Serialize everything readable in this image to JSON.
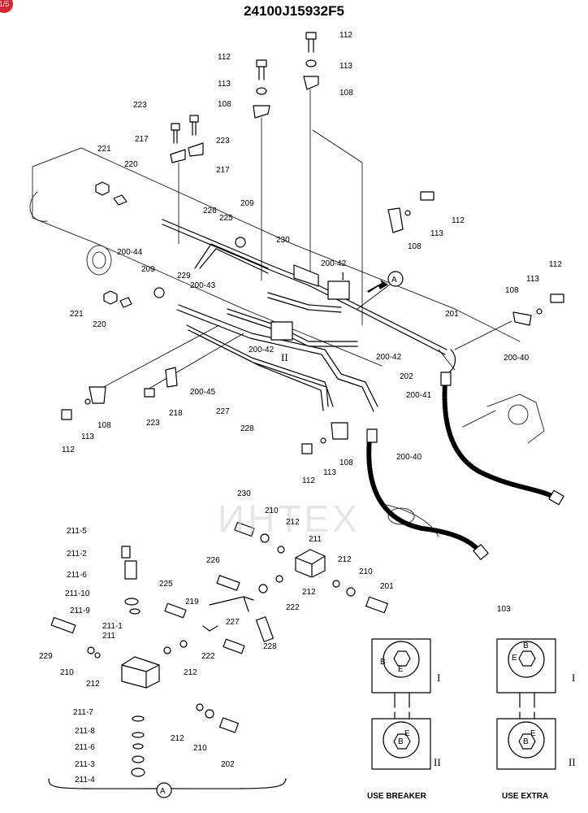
{
  "title": "24100J15932F5",
  "corner_badge": "1/5",
  "watermark": "ИНТЕХ",
  "labels": {
    "112": "112",
    "113": "113",
    "108": "108",
    "223": "223",
    "217": "217",
    "221": "221",
    "220": "220",
    "209": "209",
    "226": "226",
    "225": "225",
    "230": "230",
    "200_42": "200-42",
    "200_44": "200-44",
    "200_43": "200-43",
    "229": "229",
    "201": "201",
    "200_40": "200-40",
    "200_41": "200-41",
    "202": "202",
    "200_45": "200-45",
    "218": "218",
    "227": "227",
    "228": "228",
    "210": "210",
    "212": "212",
    "211": "211",
    "211_5": "211-5",
    "211_2": "211-2",
    "211_6": "211-6",
    "211_10": "211-10",
    "211_9": "211-9",
    "211_1": "211-1",
    "211_7": "211-7",
    "211_8": "211-8",
    "211_3": "211-3",
    "211_4": "211-4",
    "219": "219",
    "222": "222",
    "103": "103"
  },
  "view_ref": "A",
  "roman": {
    "one": "I",
    "two": "II"
  },
  "valve": {
    "b": "B",
    "e": "E"
  },
  "captions": {
    "breaker": "USE BREAKER",
    "extra": "USE EXTRA"
  },
  "colors": {
    "line": "#000000",
    "watermark": "#d9262f",
    "badge": "#d9262f"
  }
}
